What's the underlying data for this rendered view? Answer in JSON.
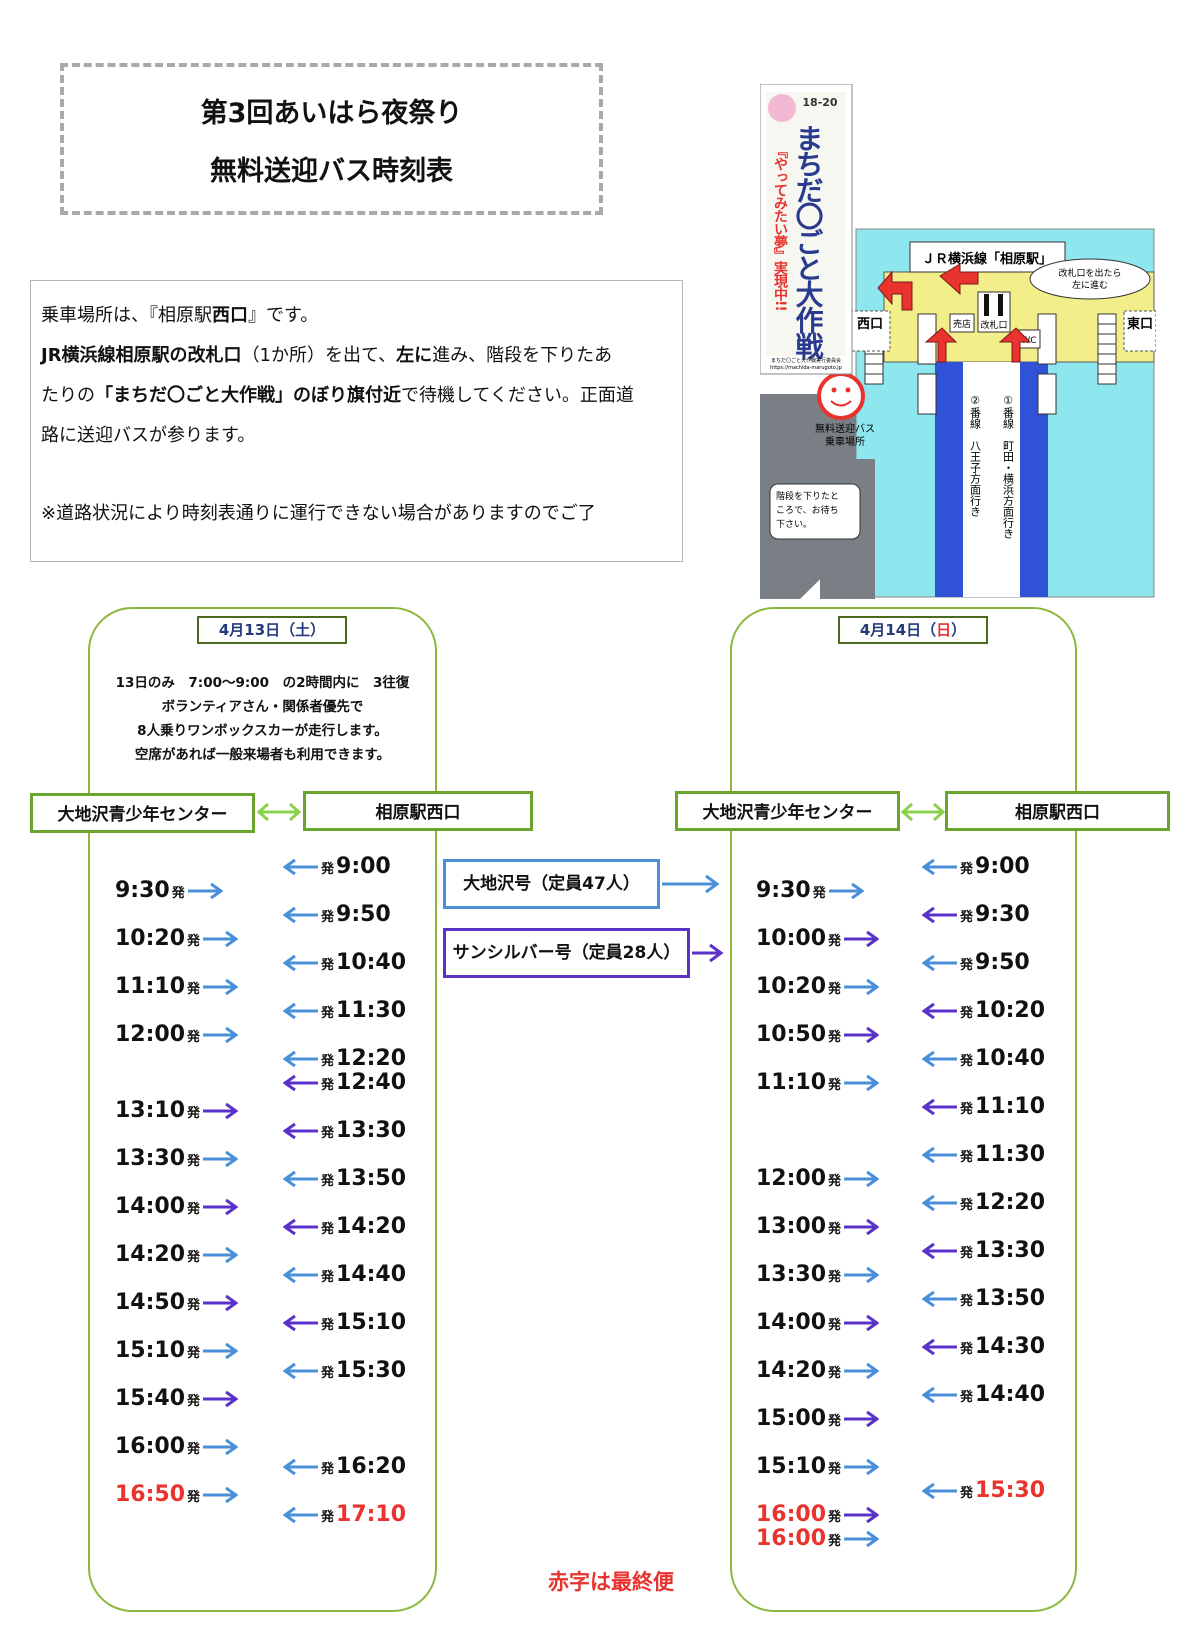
{
  "header": {
    "title_line1": "第3回あいはら夜祭り",
    "title_line2": "無料送迎バス時刻表"
  },
  "info": {
    "l1_a": "乗車場所は、『相原駅",
    "l1_b": "西口",
    "l1_c": "』です。",
    "l2_a": "JR横浜線相原駅の改札口",
    "l2_b": "（1か所）を出て、",
    "l2_c": "左に",
    "l2_d": "進み、階段を下りたあ",
    "l3_a": "たりの",
    "l3_b": "「まちだ〇ごと大作戦」のぼり旗付近",
    "l3_c": "で待機してください。正面道",
    "l4": "路に送迎バスが参ります。",
    "l5": "※道路状況により時刻表通りに運行できない場合がありますのでご了"
  },
  "map": {
    "banner_years": "18-20",
    "banner_title": "まちだ〇ごと大作戦",
    "banner_sub": "『やってみたい夢』実現中!!",
    "banner_footer": "まちだ〇ごと大作戦実行委員会",
    "banner_url": "https://machida-marugoto.jp",
    "station": "ＪＲ横浜線「相原駅」",
    "callout_gate": "改札口を出たら左に進む",
    "shop": "売店",
    "gate": "改札口",
    "wc": "WC",
    "west_exit": "西口",
    "east_exit": "東口",
    "platform2": "②番線　八王子方面行き",
    "platform1": "①番線　町田・横浜方面行き",
    "pickup": "無料送迎バス乗車場所",
    "callout_wait": "階段を下りたところで、お待ち下さい。"
  },
  "legend": {
    "blue": "大地沢号（定員47人）",
    "purple": "サンシルバー号（定員28人）",
    "red_note": "赤字は最終便"
  },
  "colors": {
    "blue": "#4a90d9",
    "purple": "#5a32c8",
    "red": "#e8332f",
    "green": "#6aa52e"
  },
  "day1": {
    "date_a": "4月13日（",
    "date_b": "土",
    "date_c": "）",
    "notice": [
      "13日のみ　7:00～9:00　の2時間内に　3往復",
      "ボランティアさん・関係者優先で",
      "8人乗りワンボックスカーが走行します。",
      "空席があれば一般来場者も利用できます。"
    ],
    "stop_left": "大地沢青少年センター",
    "stop_right": "相原駅西口",
    "from_center": [
      {
        "time": "9:30",
        "bus": "blue"
      },
      {
        "time": "10:20",
        "bus": "blue"
      },
      {
        "time": "11:10",
        "bus": "blue"
      },
      {
        "time": "12:00",
        "bus": "blue"
      },
      {
        "time": "13:10",
        "bus": "purple"
      },
      {
        "time": "13:30",
        "bus": "blue"
      },
      {
        "time": "14:00",
        "bus": "purple"
      },
      {
        "time": "14:20",
        "bus": "blue"
      },
      {
        "time": "14:50",
        "bus": "purple"
      },
      {
        "time": "15:10",
        "bus": "blue"
      },
      {
        "time": "15:40",
        "bus": "purple"
      },
      {
        "time": "16:00",
        "bus": "blue"
      },
      {
        "time": "16:50",
        "bus": "blue",
        "last": true
      }
    ],
    "from_station": [
      {
        "time": "9:00",
        "bus": "blue"
      },
      {
        "time": "9:50",
        "bus": "blue"
      },
      {
        "time": "10:40",
        "bus": "blue"
      },
      {
        "time": "11:30",
        "bus": "blue"
      },
      {
        "time": "12:20",
        "bus": "blue"
      },
      {
        "time": "12:40",
        "bus": "purple"
      },
      {
        "time": "13:30",
        "bus": "purple"
      },
      {
        "time": "13:50",
        "bus": "blue"
      },
      {
        "time": "14:20",
        "bus": "purple"
      },
      {
        "time": "14:40",
        "bus": "blue"
      },
      {
        "time": "15:10",
        "bus": "purple"
      },
      {
        "time": "15:30",
        "bus": "blue"
      },
      {
        "time": "16:20",
        "bus": "blue"
      },
      {
        "time": "17:10",
        "bus": "blue",
        "last": true
      }
    ]
  },
  "day2": {
    "date_a": "4月14日（",
    "date_b": "日",
    "date_c": "）",
    "stop_left": "大地沢青少年センター",
    "stop_right": "相原駅西口",
    "from_center": [
      {
        "time": "9:30",
        "bus": "blue"
      },
      {
        "time": "10:00",
        "bus": "purple"
      },
      {
        "time": "10:20",
        "bus": "blue"
      },
      {
        "time": "10:50",
        "bus": "purple"
      },
      {
        "time": "11:10",
        "bus": "blue"
      },
      {
        "time": "12:00",
        "bus": "blue"
      },
      {
        "time": "13:00",
        "bus": "purple"
      },
      {
        "time": "13:30",
        "bus": "blue"
      },
      {
        "time": "14:00",
        "bus": "purple"
      },
      {
        "time": "14:20",
        "bus": "blue"
      },
      {
        "time": "15:00",
        "bus": "purple"
      },
      {
        "time": "15:10",
        "bus": "blue"
      },
      {
        "time": "16:00",
        "bus": "purple",
        "last": true
      },
      {
        "time": "16:00",
        "bus": "blue",
        "last": true
      }
    ],
    "from_station": [
      {
        "time": "9:00",
        "bus": "blue"
      },
      {
        "time": "9:30",
        "bus": "purple"
      },
      {
        "time": "9:50",
        "bus": "blue"
      },
      {
        "time": "10:20",
        "bus": "purple"
      },
      {
        "time": "10:40",
        "bus": "blue"
      },
      {
        "time": "11:10",
        "bus": "purple"
      },
      {
        "time": "11:30",
        "bus": "blue"
      },
      {
        "time": "12:20",
        "bus": "blue"
      },
      {
        "time": "13:30",
        "bus": "purple"
      },
      {
        "time": "13:50",
        "bus": "blue"
      },
      {
        "time": "14:30",
        "bus": "purple"
      },
      {
        "time": "14:40",
        "bus": "blue"
      },
      {
        "time": "15:30",
        "bus": "blue",
        "last": true
      }
    ]
  },
  "hatsu": "発"
}
